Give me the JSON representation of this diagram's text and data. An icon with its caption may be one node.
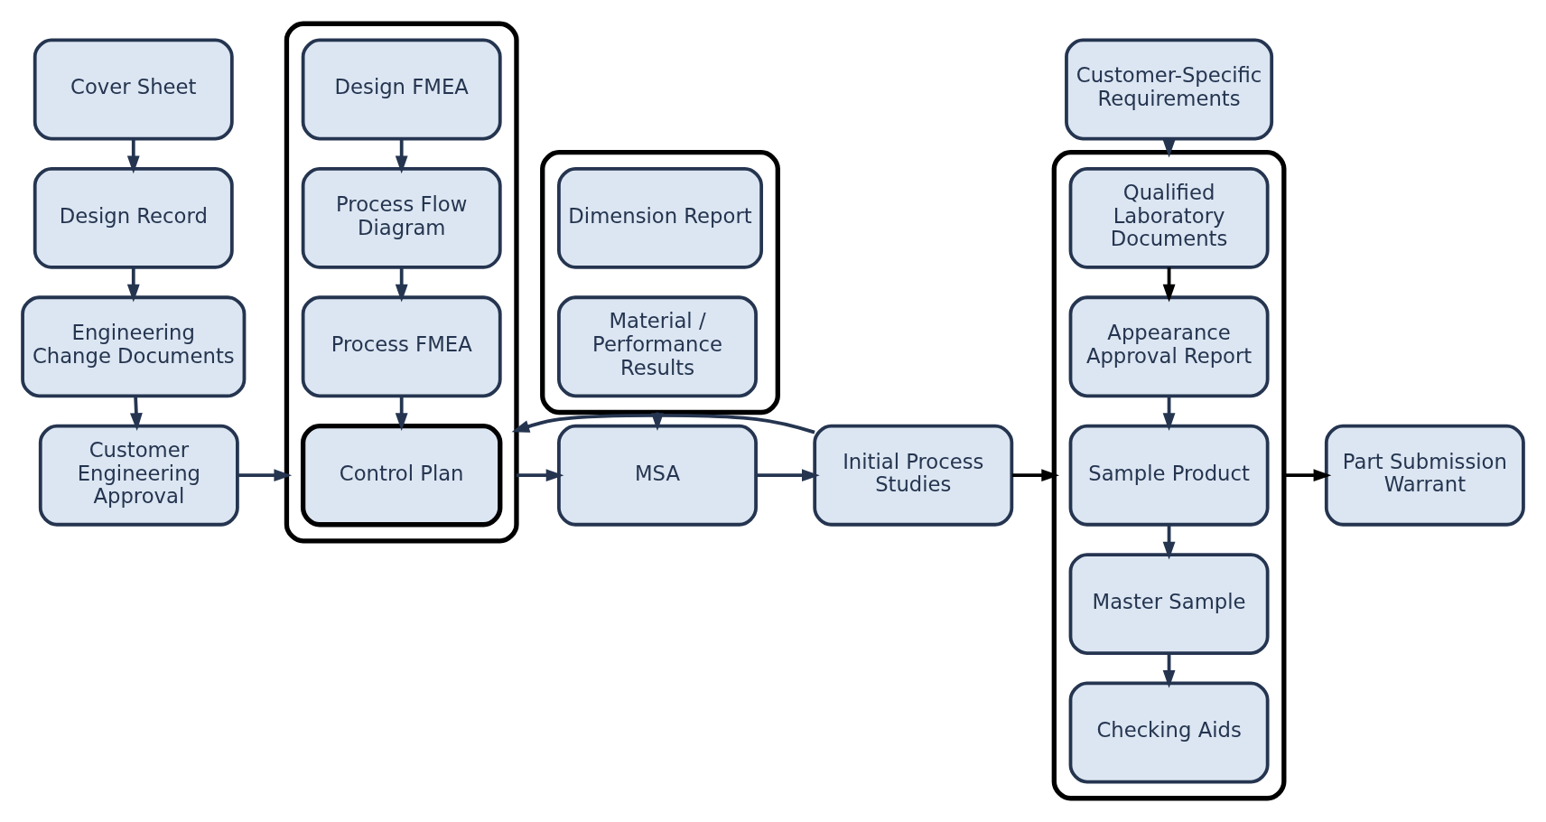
{
  "diagram": {
    "nodes": [
      {
        "text": [
          "Cover Sheet"
        ]
      },
      {
        "text": [
          "Design Record"
        ]
      },
      {
        "text": [
          "Engineering Change Documents"
        ]
      },
      {
        "text": [
          "Customer Engineering Approval"
        ]
      },
      {
        "text": [],
        "shape": "box"
      },
      {
        "text": [
          "Design FMEA"
        ],
        "in": 4
      },
      {
        "text": [
          "Process Flow Diagram"
        ],
        "in": 4
      },
      {
        "text": [
          "Process FMEA"
        ],
        "in": 4
      },
      {
        "text": [
          "Control Plan"
        ],
        "in": 4
      },
      {
        "text": [],
        "shape": "box"
      },
      {
        "text": [
          "Dimension Report"
        ],
        "in": 9
      },
      {
        "text": [
          "Material / Performance Results"
        ],
        "in": 9
      },
      {
        "text": [
          "MSA"
        ]
      },
      {
        "text": [
          "Initial Process Studies"
        ]
      },
      {
        "text": [
          "Customer-Specific Requirements"
        ]
      },
      {
        "text": [],
        "shape": "box"
      },
      {
        "text": [
          "Qualified Laboratory Documents"
        ],
        "in": 15
      },
      {
        "text": [
          "Appearance Approval Report"
        ],
        "in": 15
      },
      {
        "text": [
          "Sample Product"
        ],
        "in": 15
      },
      {
        "text": [
          "Master Sample"
        ],
        "in": 15
      },
      {
        "text": [
          "Checking Aids"
        ],
        "in": 15
      },
      {
        "text": [
          "Part Submission Warrant"
        ]
      }
    ],
    "edges": [
      {
        "from": 0,
        "to": 1,
        "arrow": "to"
      },
      {
        "from": 1,
        "to": 2,
        "arrow": "to"
      },
      {
        "from": 2,
        "to": 3,
        "arrow": "to"
      },
      {
        "from": 3,
        "to": 4,
        "arrow": "to"
      },
      {
        "from": 5,
        "to": 6,
        "arrow": "to"
      },
      {
        "from": 6,
        "to": 7,
        "arrow": "to"
      },
      {
        "from": 7,
        "to": 8,
        "arrow": "to"
      },
      {
        "from": 4,
        "to": 12,
        "arrow": "to"
      },
      {
        "from": 9,
        "to": 12,
        "arrow": "to"
      },
      {
        "from": 12,
        "to": 13,
        "arrow": "to"
      },
      {
        "from": 13,
        "to": 15,
        "arrow": "to",
        "color": "#000000"
      },
      {
        "from": 13,
        "to": 4,
        "arrow": "to"
      },
      {
        "from": 14,
        "to": 15,
        "arrow": "to"
      },
      {
        "from": 16,
        "to": 17,
        "arrow": "to",
        "color": "#000000"
      },
      {
        "from": 17,
        "to": 18,
        "arrow": "to"
      },
      {
        "from": 18,
        "to": 19,
        "arrow": "to"
      },
      {
        "from": 19,
        "to": 20,
        "arrow": "to"
      },
      {
        "from": 15,
        "to": 21,
        "arrow": "to",
        "color": "#000000"
      }
    ]
  }
}
